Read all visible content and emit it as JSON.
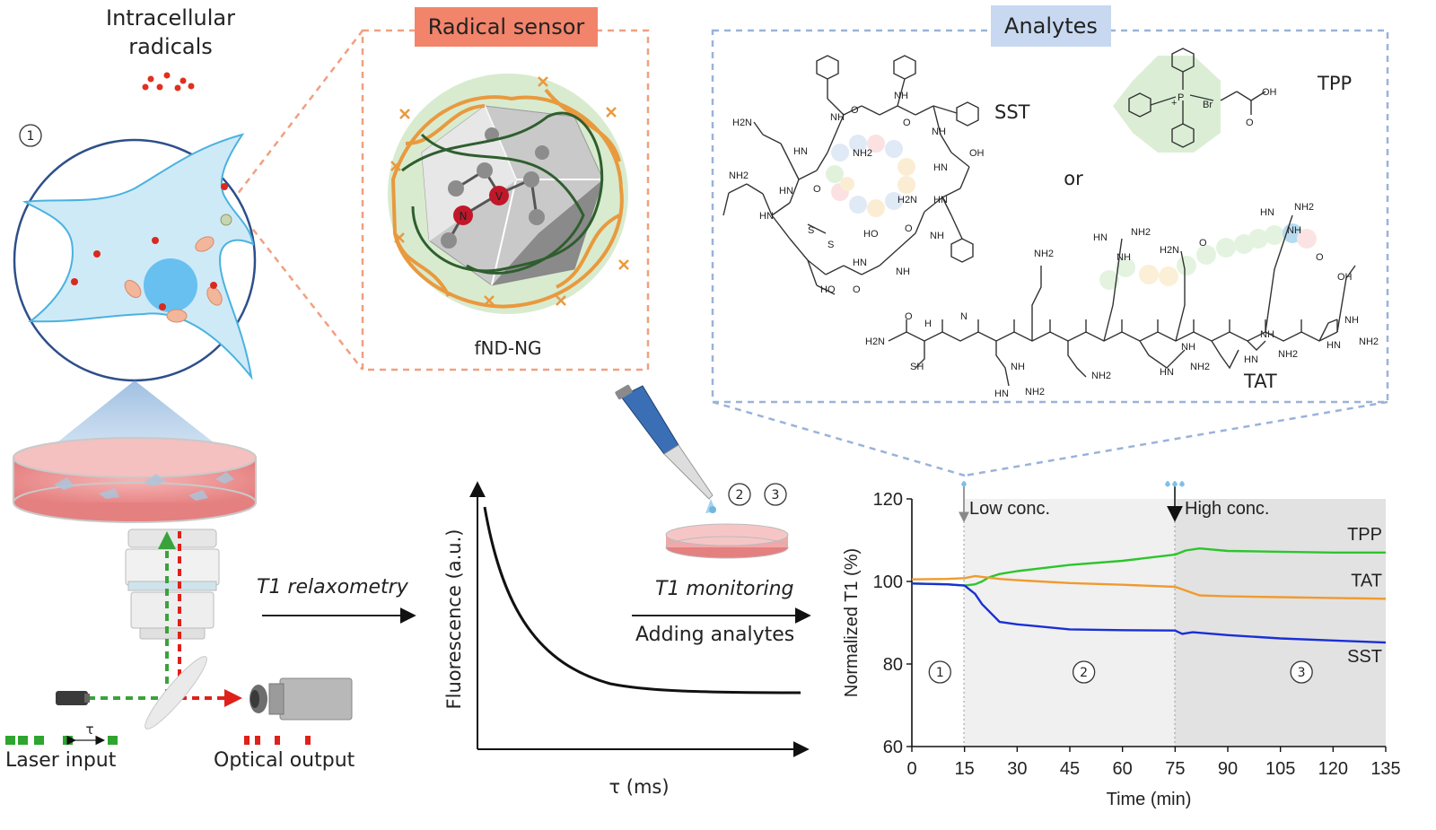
{
  "intracellular": {
    "line1": "Intracellular",
    "line2": "radicals"
  },
  "sensor": {
    "title": "Radical sensor",
    "caption": "fND-NG",
    "nv_n": "N",
    "nv_v": "V"
  },
  "analytes": {
    "title": "Analytes",
    "or_text": "or",
    "peptides": [
      {
        "name": "SST",
        "color": "#1e3fcf"
      },
      {
        "name": "TPP",
        "color": "#2cb52c"
      },
      {
        "name": "TAT",
        "color": "#f09a2f"
      }
    ],
    "atoms": {
      "h2n": "H2N",
      "nh2": "NH2",
      "oh": "OH",
      "ho": "HO",
      "hn": "HN",
      "nh": "NH",
      "o": "O",
      "n": "N",
      "h": "H",
      "s": "S",
      "sh": "SH",
      "p": "P",
      "br": "Br",
      "plus": "+"
    }
  },
  "steps": {
    "s1": "1",
    "s2": "2",
    "s3": "3"
  },
  "workflow": {
    "t1_relax": "T1 relaxometry",
    "t1_monitor": "T1 monitoring",
    "adding": "Adding analytes",
    "laser": "Laser input",
    "optical": "Optical output",
    "tau": "τ"
  },
  "decay_plot": {
    "ylabel": "Fluorescence (a.u.)",
    "xlabel": "τ (ms)"
  },
  "chart_data": {
    "type": "line",
    "xlabel": "Time (min)",
    "ylabel": "Normalized T1 (%)",
    "xlim": [
      0,
      135
    ],
    "ylim": [
      60,
      120
    ],
    "xticks": [
      0,
      15,
      30,
      45,
      60,
      75,
      90,
      105,
      120,
      135
    ],
    "yticks": [
      60,
      80,
      100,
      120
    ],
    "annotations": [
      {
        "text": "Low conc.",
        "x": 15
      },
      {
        "text": "High conc.",
        "x": 75
      }
    ],
    "phases": [
      {
        "label": "1",
        "x": 8
      },
      {
        "label": "2",
        "x": 49
      },
      {
        "label": "3",
        "x": 111
      }
    ],
    "series": [
      {
        "name": "TPP",
        "color": "#2cc52c",
        "x": [
          0,
          10,
          15,
          18,
          20,
          22,
          25,
          30,
          45,
          60,
          75,
          78,
          82,
          90,
          105,
          120,
          135
        ],
        "y": [
          99.5,
          99.3,
          99,
          99.3,
          100,
          101,
          101.8,
          102.5,
          104,
          105,
          106.5,
          107.5,
          108,
          107.4,
          107.2,
          107,
          107
        ]
      },
      {
        "name": "TAT",
        "color": "#f09a2f",
        "x": [
          0,
          10,
          15,
          18,
          20,
          25,
          30,
          45,
          60,
          75,
          78,
          82,
          90,
          105,
          120,
          135
        ],
        "y": [
          100.5,
          100.6,
          100.8,
          101.3,
          101.1,
          100.6,
          100.3,
          99.6,
          99.2,
          98.7,
          97.8,
          96.6,
          96.4,
          96.2,
          96,
          95.8
        ]
      },
      {
        "name": "SST",
        "color": "#1a2fd6",
        "x": [
          0,
          10,
          15,
          18,
          20,
          25,
          30,
          45,
          60,
          75,
          77,
          80,
          90,
          105,
          120,
          135
        ],
        "y": [
          99.5,
          99.3,
          99,
          97,
          94.5,
          90.2,
          89.6,
          88.4,
          88.2,
          88.1,
          87.3,
          87.7,
          87,
          86.2,
          85.7,
          85.2
        ]
      }
    ]
  }
}
